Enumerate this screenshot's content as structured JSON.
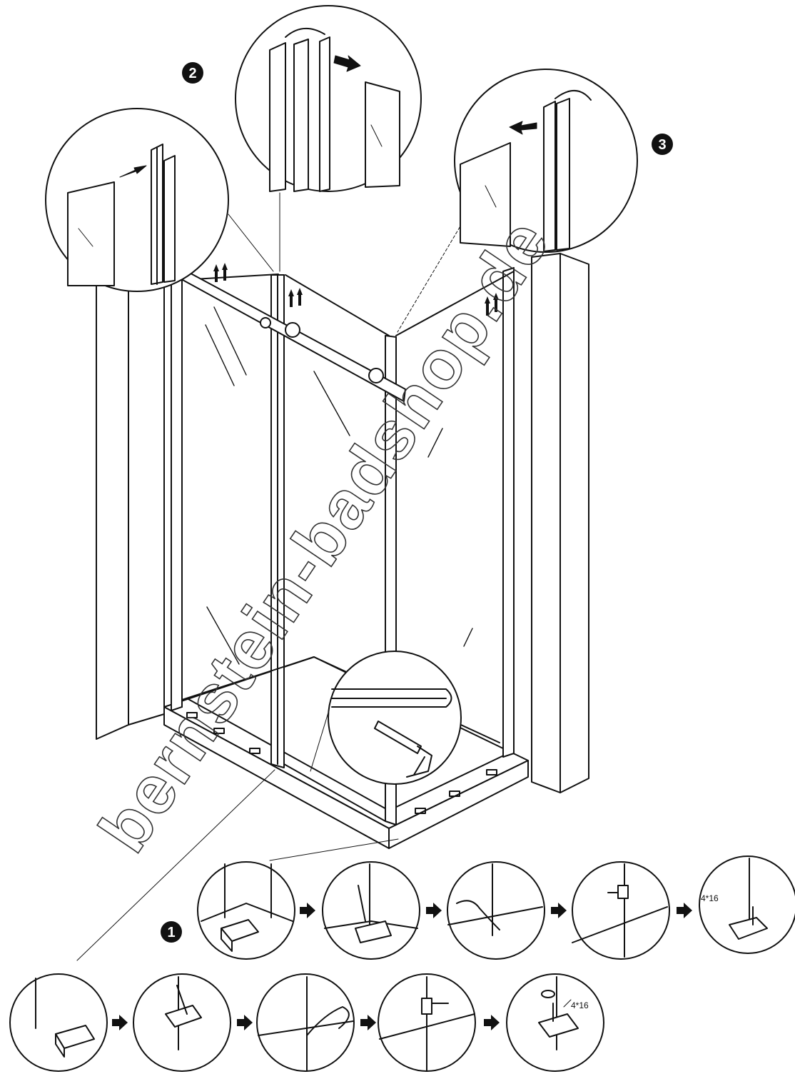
{
  "steps": {
    "one": "1",
    "two": "2",
    "three": "3"
  },
  "screw_labels": {
    "top_row": "4*16",
    "bottom_row": "4*16"
  },
  "watermark": "bernstein-badshop.de",
  "colors": {
    "line": "#111111",
    "badge": "#111111",
    "background": "#ffffff"
  }
}
